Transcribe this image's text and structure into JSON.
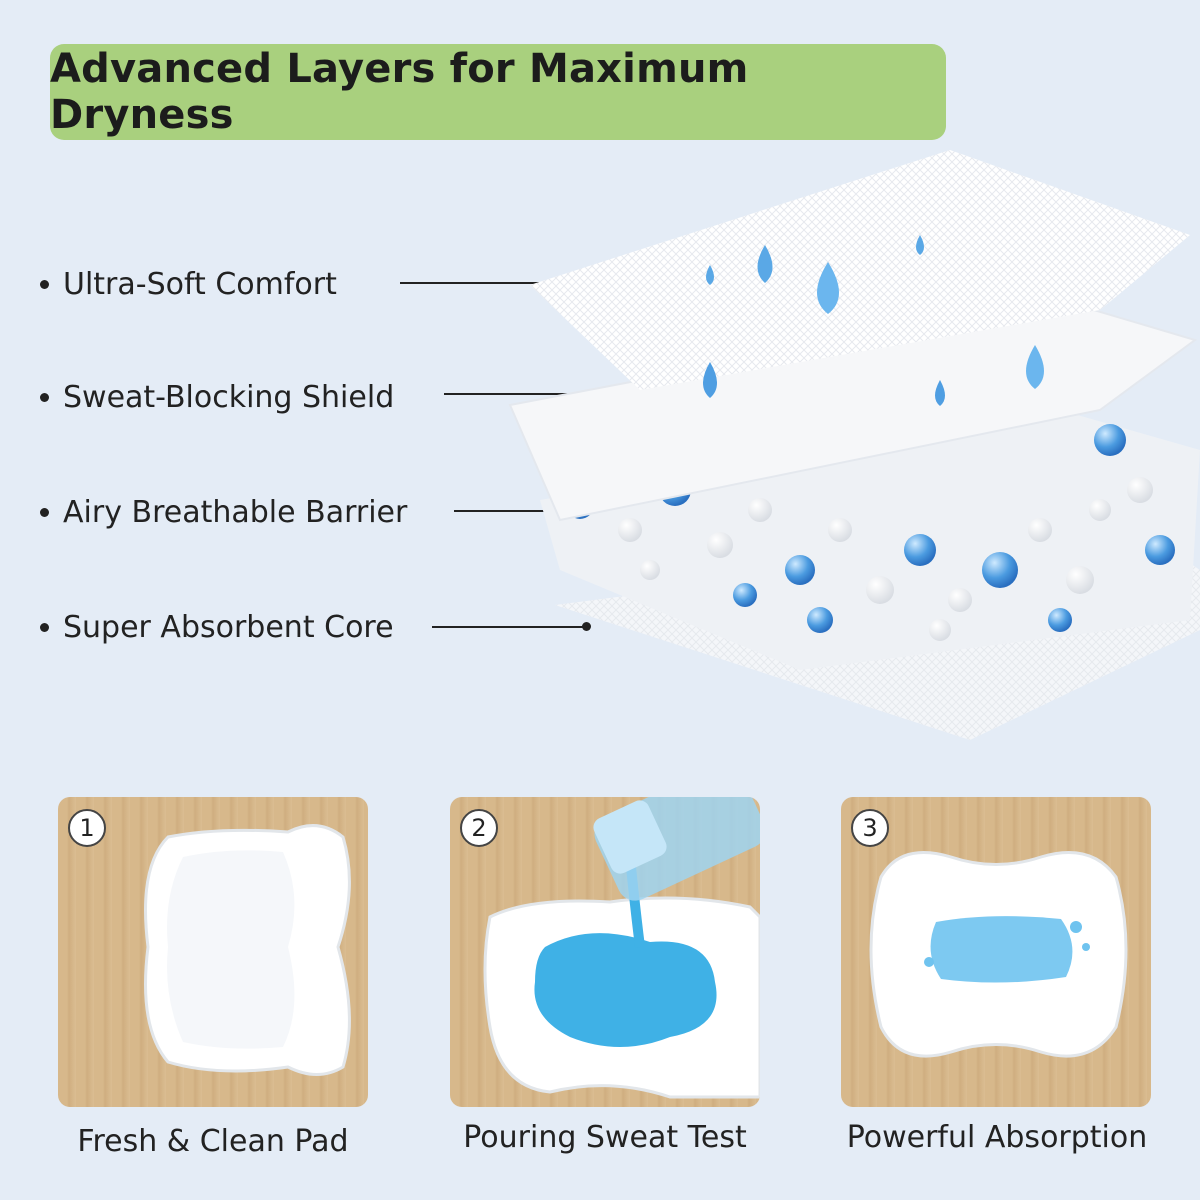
{
  "title": "Advanced Layers for Maximum Dryness",
  "layers": [
    {
      "label": "Ultra-Soft Comfort"
    },
    {
      "label": "Sweat-Blocking Shield"
    },
    {
      "label": "Airy Breathable Barrier"
    },
    {
      "label": "Super Absorbent Core"
    }
  ],
  "steps": [
    {
      "number": "1",
      "caption": "Fresh & Clean Pad"
    },
    {
      "number": "2",
      "caption": "Pouring Sweat Test"
    },
    {
      "number": "3",
      "caption": "Powerful Absorption"
    }
  ],
  "colors": {
    "background": "#e4ecf6",
    "title_bg": "#a9d07e",
    "liquid_blue": "#4ab6e8",
    "wood": "#d7b88b"
  }
}
